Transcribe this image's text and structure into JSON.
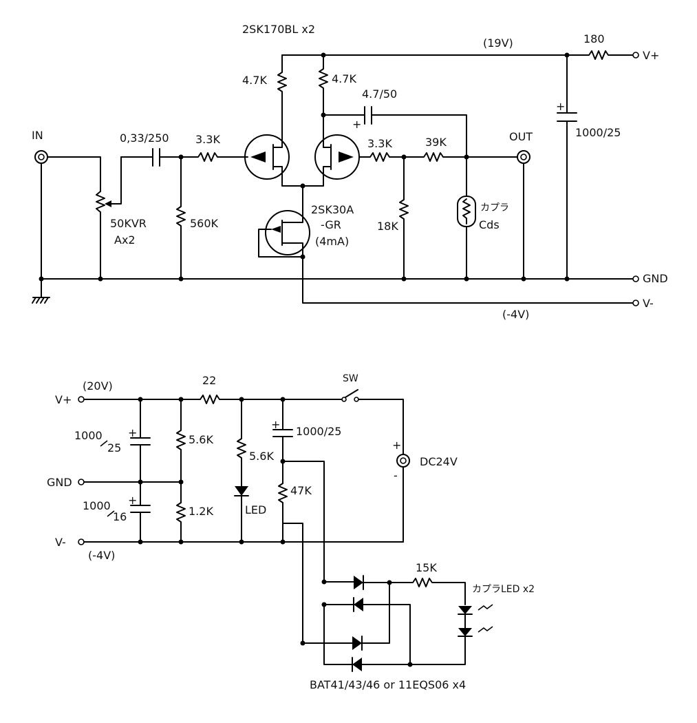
{
  "top": {
    "jfet_pair": "2SK170BL x2",
    "v19": "(19V)",
    "r180": "180",
    "vplus": "V+",
    "c1000_25": "1000/25",
    "plus": "+",
    "r47k_left": "4.7K",
    "r47k_right": "4.7K",
    "cap_47_50": "4.7/50",
    "in": "IN",
    "cap_033": "0,33/250",
    "r33k_left": "3.3K",
    "r33k_right": "3.3K",
    "r39k": "39K",
    "out": "OUT",
    "vr": "50KVR",
    "vr2": "Ax2",
    "r560k": "560K",
    "ccs1": "2SK30A",
    "ccs2": "-GR",
    "ccs3": "(4mA)",
    "r18k": "18K",
    "cds1": "カプラ",
    "cds2": "Cds",
    "gnd": "GND",
    "vminus": "V-",
    "vm4": "(-4V)"
  },
  "bottom": {
    "v20": "(20V)",
    "vplus": "V+",
    "gnd": "GND",
    "vminus": "V-",
    "vm4": "(-4V)",
    "r22": "22",
    "sw": "SW",
    "c1000_25a": "1000",
    "c1000_25b": "25",
    "c1000_16a": "1000",
    "c1000_16b": "16",
    "r56k_a": "5.6K",
    "r12k": "1.2K",
    "r56k_b": "5.6K",
    "led": "LED",
    "c1000_25c": "1000/25",
    "r47k": "47K",
    "dc_plus": "+",
    "dc_minus": "-",
    "dc24": "DC24V",
    "r15k": "15K",
    "coupler": "カプラLED x2",
    "diodes": "BAT41/43/46 or 11EQS06  x4",
    "plus": "+"
  }
}
